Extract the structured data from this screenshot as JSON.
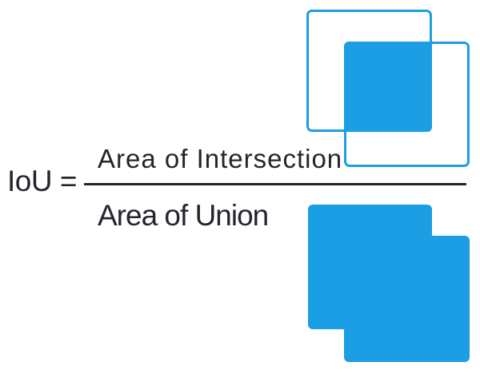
{
  "formula": {
    "lhs": "IoU =",
    "numerator": "Area of Intersection",
    "denominator": "Area of Union"
  },
  "colors": {
    "accent_blue": "#1b9ee4",
    "text_dark": "#26242e",
    "background": "#ffffff"
  }
}
